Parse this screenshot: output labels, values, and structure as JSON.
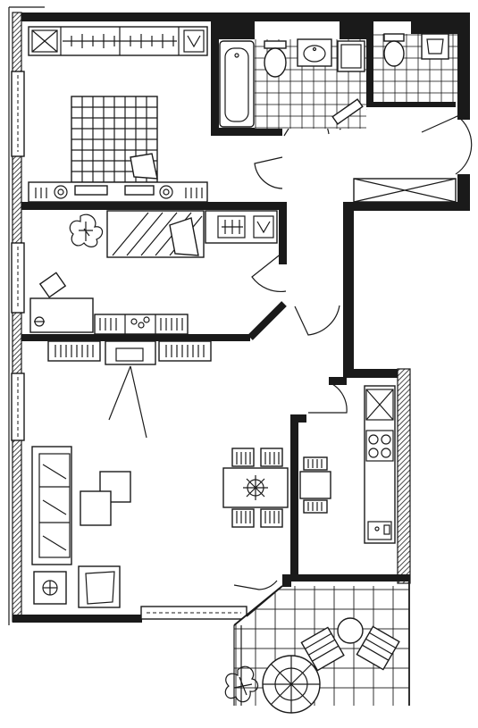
{
  "plan": {
    "type": "apartment floor plan",
    "rooms": [
      "bedroom",
      "bathroom",
      "wc",
      "hall",
      "study",
      "living-room",
      "kitchen",
      "balcony"
    ],
    "accent_color": "#1a1a1a",
    "background_color": "#ffffff"
  }
}
